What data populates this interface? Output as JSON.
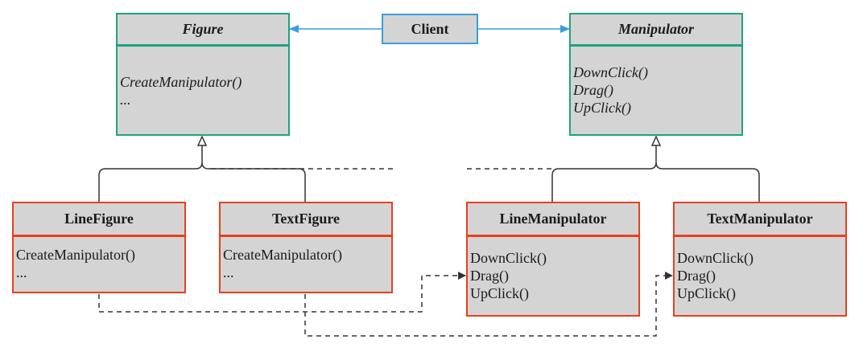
{
  "client": {
    "label": "Client"
  },
  "figure": {
    "name": "Figure",
    "operations": [
      "CreateManipulator()",
      "..."
    ]
  },
  "manipulator": {
    "name": "Manipulator",
    "operations": [
      "DownClick()",
      "Drag()",
      "UpClick()"
    ]
  },
  "line_figure": {
    "name": "LineFigure",
    "operations": [
      "CreateManipulator()",
      "..."
    ]
  },
  "text_figure": {
    "name": "TextFigure",
    "operations": [
      "CreateManipulator()",
      "..."
    ]
  },
  "line_manipulator": {
    "name": "LineManipulator",
    "operations": [
      "DownClick()",
      "Drag()",
      "UpClick()"
    ]
  },
  "text_manipulator": {
    "name": "TextManipulator",
    "operations": [
      "DownClick()",
      "Drag()",
      "UpClick()"
    ]
  },
  "colors": {
    "abstract_border": "#1ea37f",
    "concrete_border": "#e8401c",
    "client_border": "#3a9de0",
    "association_arrow": "#3a9de0",
    "box_fill": "#d4d4d4",
    "connector": "#333333"
  }
}
